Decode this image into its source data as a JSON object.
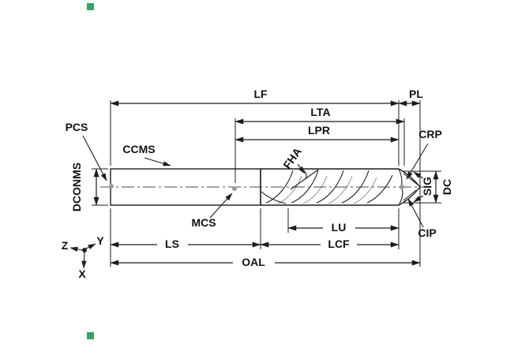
{
  "diagram": {
    "labels": {
      "lf": "LF",
      "pl": "PL",
      "lta": "LTA",
      "lpr": "LPR",
      "pcs": "PCS",
      "ccms": "CCMS",
      "crp": "CRP",
      "fha": "FHA",
      "sig": "SIG",
      "dc": "DC",
      "dconms": "DCONMS",
      "mcs": "MCS",
      "lu": "LU",
      "ls": "LS",
      "lcf": "LCF",
      "cip": "CIP",
      "oal": "OAL"
    },
    "axes": {
      "x": "X",
      "y": "Y",
      "z": "Z"
    }
  },
  "colors": {
    "background": "#ffffff",
    "line": "#1c1c1c",
    "text": "#121212",
    "reference_dot": "#999999",
    "accent_square": "#3aa063"
  }
}
